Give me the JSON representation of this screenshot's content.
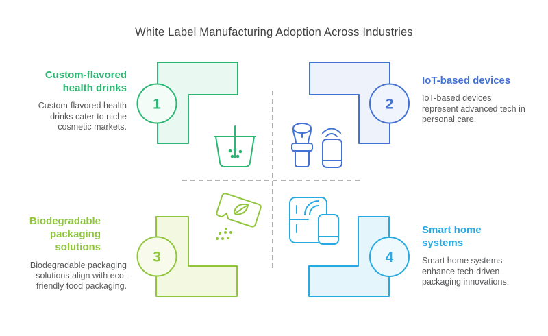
{
  "title": "White Label Manufacturing Adoption Across Industries",
  "title_color": "#3f3f3f",
  "body_text_color": "#57585a",
  "background_color": "#ffffff",
  "divider": {
    "style": "dashed",
    "color": "#9c9c9c"
  },
  "quadrants": [
    {
      "number": "1",
      "heading": "Custom-flavored health drinks",
      "description": "Custom-flavored health drinks cater to niche cosmetic markets.",
      "accent_color": "#2bb673",
      "shape_fill": "#e9f8f0",
      "icon": "bubble-tea-drink-icon"
    },
    {
      "number": "2",
      "heading": "IoT-based devices",
      "description": "IoT-based devices represent advanced tech in personal care.",
      "accent_color": "#4372d4",
      "shape_fill": "#edf2fb",
      "icon": "grinder-and-phone-icon"
    },
    {
      "number": "3",
      "heading": "Biodegradable packaging solutions",
      "description": "Biodegradable packaging solutions align with eco-friendly food packaging.",
      "accent_color": "#90c53c",
      "shape_fill": "#f3f9e0",
      "icon": "seed-packet-leaf-icon"
    },
    {
      "number": "4",
      "heading": "Smart home systems",
      "description": "Smart home systems enhance tech-driven packaging innovations.",
      "accent_color": "#27a9e1",
      "shape_fill": "#e5f5fc",
      "icon": "smart-fridge-and-phone-icon"
    }
  ]
}
